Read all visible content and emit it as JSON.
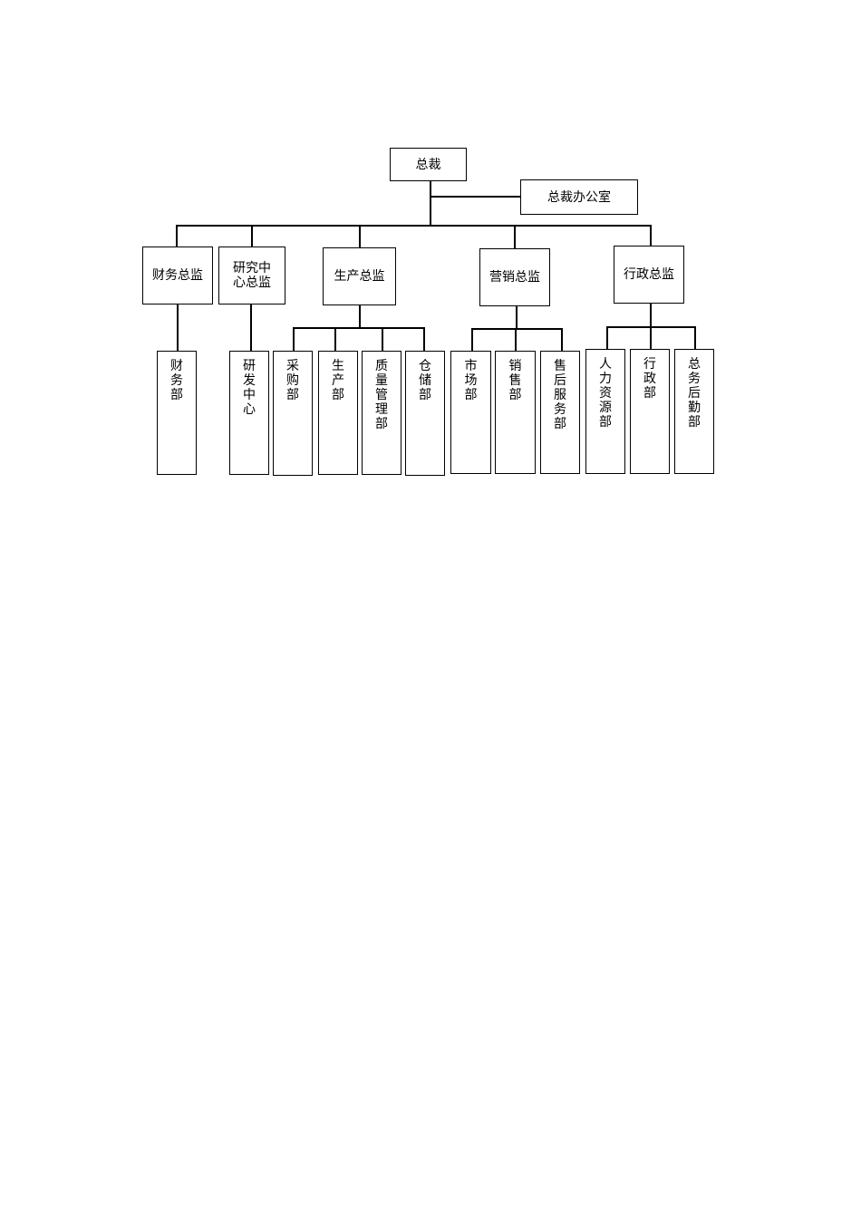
{
  "org_chart": {
    "ceo": "总裁",
    "ceo_office": "总裁办公室",
    "directors": {
      "finance": "财务总监",
      "rnd": "研究中心总监",
      "production": "生产总监",
      "marketing": "营销总监",
      "admin": "行政总监"
    },
    "departments": {
      "finance_dept": "财务部",
      "rnd_center": "研发中心",
      "purchasing": "采购部",
      "production_dept": "生产部",
      "quality_mgmt": "质量管理部",
      "warehouse": "仓储部",
      "market": "市场部",
      "sales": "销售部",
      "after_sales": "售后服务部",
      "hr": "人力资源部",
      "admin_dept": "行政部",
      "logistics": "总务后勤部"
    }
  }
}
